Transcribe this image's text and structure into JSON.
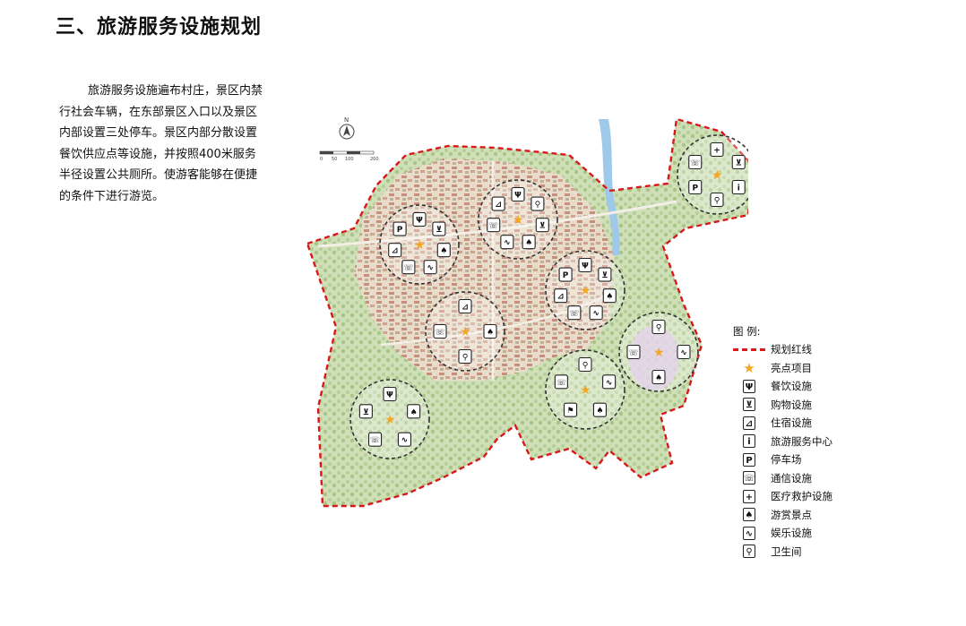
{
  "title": "三、旅游服务设施规划",
  "description": "旅游服务设施遍布村庄，景区内禁行社会车辆，在东部景区入口以及景区内部设置三处停车。景区内部分散设置餐饮供应点等设施，并按照400米服务半径设置公共厕所。使游客能够在便捷的条件下进行游览。",
  "colors": {
    "boundary": "#d7191c",
    "star": "#f5a623",
    "water": "#9ec9e8"
  },
  "map": {
    "north_label": "N",
    "scale_labels": [
      "0",
      "50",
      "100",
      "200"
    ],
    "service_circles": [
      {
        "id": "west-1",
        "icons": [
          "restaurant-icon",
          "shopping-icon",
          "scenic-icon",
          "recreation-icon",
          "phone-icon",
          "lodging-icon",
          "parking-icon"
        ]
      },
      {
        "id": "north-1",
        "icons": [
          "restaurant-icon",
          "toilet-icon",
          "shopping-icon",
          "scenic-icon",
          "recreation-icon",
          "phone-icon",
          "lodging-icon"
        ]
      },
      {
        "id": "center-1",
        "icons": [
          "lodging-icon",
          "scenic-icon",
          "toilet-icon",
          "phone-icon"
        ]
      },
      {
        "id": "center-2",
        "icons": [
          "restaurant-icon",
          "shopping-icon",
          "scenic-icon",
          "recreation-icon",
          "phone-icon",
          "lodging-icon",
          "parking-icon"
        ]
      },
      {
        "id": "east-1",
        "icons": [
          "toilet-icon",
          "recreation-icon",
          "scenic-icon",
          "phone-icon"
        ]
      },
      {
        "id": "south-1",
        "icons": [
          "toilet-icon",
          "recreation-icon",
          "scenic-icon",
          "hiker-icon",
          "phone-icon"
        ]
      },
      {
        "id": "southwest-1",
        "icons": [
          "restaurant-icon",
          "scenic-icon",
          "recreation-icon",
          "phone-icon",
          "shopping-icon"
        ]
      },
      {
        "id": "northeast-1",
        "icons": [
          "medical-icon",
          "shopping-icon",
          "service-center-icon",
          "toilet-icon",
          "parking-icon",
          "phone-icon"
        ]
      }
    ]
  },
  "legend": {
    "title": "图 例:",
    "items": [
      {
        "name": "boundary-line",
        "label": "规划红线",
        "symbol": ""
      },
      {
        "name": "star",
        "label": "亮点项目",
        "symbol": "★"
      },
      {
        "name": "restaurant",
        "label": "餐饮设施",
        "symbol": "Ψ"
      },
      {
        "name": "shopping",
        "label": "购物设施",
        "symbol": "⊻"
      },
      {
        "name": "lodging",
        "label": "住宿设施",
        "symbol": "⊿"
      },
      {
        "name": "service-center",
        "label": "旅游服务中心",
        "symbol": "i"
      },
      {
        "name": "parking",
        "label": "停车场",
        "symbol": "P"
      },
      {
        "name": "phone",
        "label": "通信设施",
        "symbol": "☏"
      },
      {
        "name": "medical",
        "label": "医疗救护设施",
        "symbol": "+"
      },
      {
        "name": "scenic",
        "label": "游赏景点",
        "symbol": "♠"
      },
      {
        "name": "recreation",
        "label": "娱乐设施",
        "symbol": "∿"
      },
      {
        "name": "toilet",
        "label": "卫生间",
        "symbol": "⚲"
      }
    ]
  }
}
